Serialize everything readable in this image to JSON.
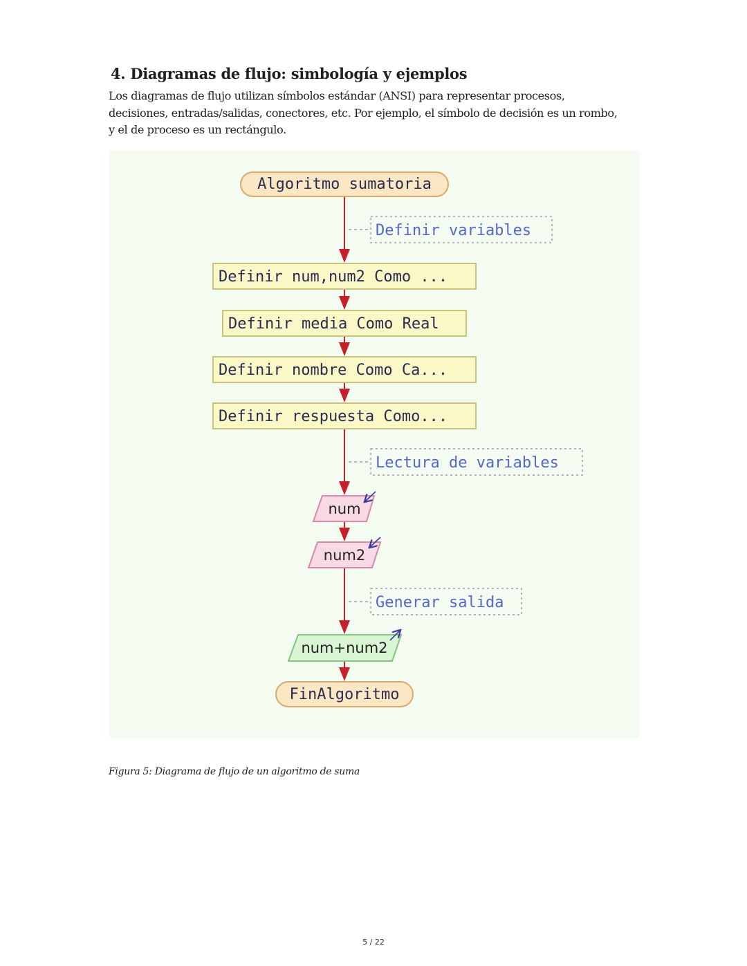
{
  "document": {
    "heading": "4. Diagramas de flujo: simbología y ejemplos",
    "paragraph": "Los diagramas de flujo utilizan símbolos estándar (ANSI) para representar procesos, decisiones, entradas/salidas, conectores, etc. Por ejemplo, el símbolo de decisión es un rombo, y el de proceso es un rectángulo.",
    "caption": "Figura 5: Diagrama de flujo de un algoritmo de suma",
    "page_number": "5 / 22"
  },
  "flowchart": {
    "colors": {
      "background": "#f4fcf2",
      "arrow": "#c8202a",
      "terminal_fill": "#fbe7c4",
      "terminal_stroke": "#d9a86a",
      "process_fill": "#fbf8c8",
      "process_stroke": "#c9c27a",
      "input_fill": "#f9d9e6",
      "input_stroke": "#d28aa6",
      "output_fill": "#d9f5d4",
      "output_stroke": "#7fc583",
      "comment_text": "#5566cc",
      "comment_border": "#9aa0a6",
      "node_text": "#2b2b50",
      "io_arrow": "#3d3a9c"
    },
    "start": "Algoritmo sumatoria",
    "comments": {
      "define": "Definir variables",
      "read": "Lectura de variables",
      "output": "Generar salida"
    },
    "processes": [
      "Definir num,num2 Como ...",
      "Definir media Como Real",
      "Definir nombre Como Ca...",
      "Definir respuesta Como..."
    ],
    "inputs": [
      "num",
      "num2"
    ],
    "output": "num+num2",
    "end": "FinAlgoritmo"
  }
}
